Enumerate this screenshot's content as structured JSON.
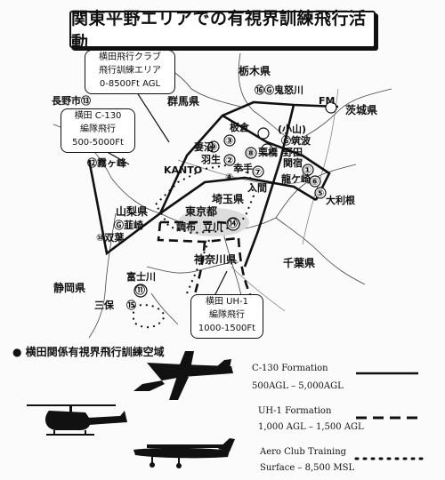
{
  "title": "関東平野エリアでの有視界訓練飛行活動",
  "callouts": {
    "aero_club": [
      "横田飛行クラブ",
      "飛行訓練エリア",
      "0-8500Ft AGL"
    ],
    "c130": [
      "横田 C-130",
      "編隊飛行",
      "500-5000Ft"
    ],
    "uh1": [
      "横田 UH-1",
      "編隊飛行",
      "1000-1500Ft"
    ]
  },
  "prefectures": {
    "tochigi": "栃木県",
    "gunma": "群馬県",
    "ibaraki": "茨城県",
    "saitama": "埼玉県",
    "yamanashi": "山梨県",
    "tokyo": "東京都",
    "kanagawa": "神奈川県",
    "chiba": "千葉県",
    "shizuoka": "静岡県"
  },
  "sites": {
    "kinugawa": "⑯Ⓖ鬼怒川",
    "nagano": "長野市⑬",
    "kirigamine": "⑫霧ヶ峰",
    "fm": "FM",
    "itakura": "板倉",
    "oyama": "(小山)",
    "g_tsukuba": "Ⓖ筑波",
    "tsumagoi": "妻沼",
    "hanyu": "羽生",
    "maebashi": "栗橋",
    "satte": "幸手",
    "nosato": "野田",
    "sekiyado": "関宿",
    "ryugasaki": "龍ケ崎",
    "otone": "大利根",
    "kanto": "KANTO",
    "iruma": "入間",
    "g_nirasaki": "Ⓖ韮崎",
    "otsuki": "⑩双葉",
    "chofu": "調布",
    "tachikawa": "立川",
    "fuji": "富士川",
    "miho": "三保"
  },
  "site_numbers": [
    "①",
    "②",
    "③",
    "④",
    "⑤",
    "⑥",
    "⑦",
    "⑧",
    "⑨",
    "⑪",
    "⑭",
    "⑮"
  ],
  "legend": {
    "heading": "● 横田関係有視界飛行訓練空域",
    "c130_label": [
      "C-130 Formation",
      "500AGL – 5,000AGL"
    ],
    "uh1_label": [
      "UH-1 Formation",
      "1,000 AGL – 1,500 AGL"
    ],
    "aero_label": [
      "Aero Club Training",
      "Surface – 8,500 MSL"
    ]
  },
  "colors": {
    "ink": "#111111",
    "paper": "#fbfbfb",
    "shade": "#dcdcdc"
  }
}
